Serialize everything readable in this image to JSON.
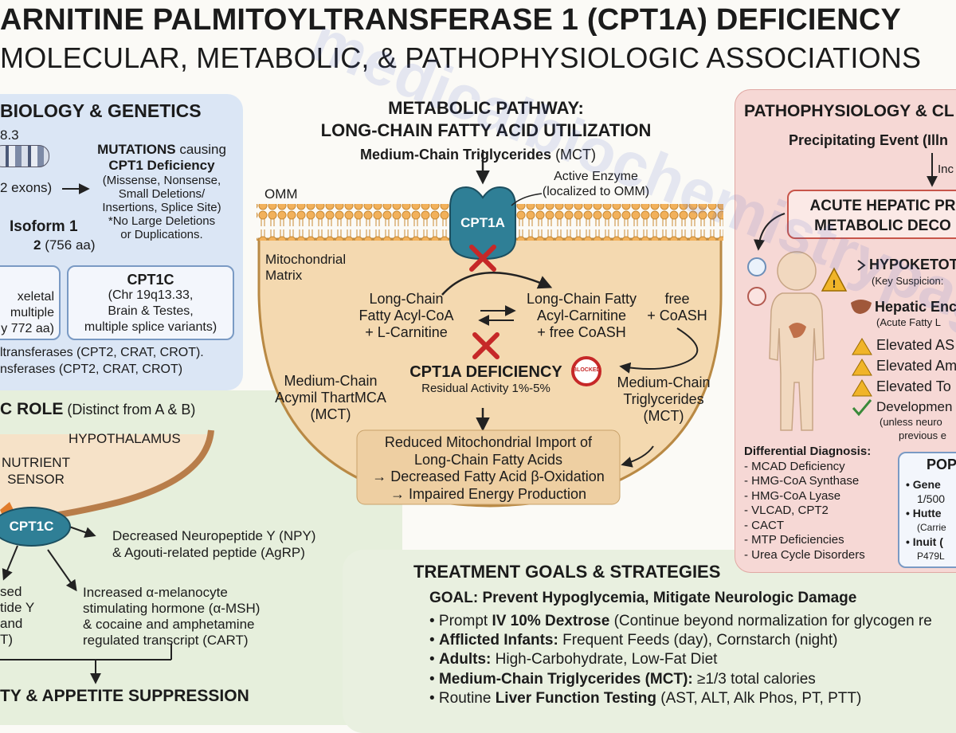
{
  "title": {
    "line1": "ARNITINE PALMITOYLTRANSFERASE 1 (CPT1A) DEFICIENCY",
    "line2": "MOLECULAR, METABOLIC, & PATHOPHYSIOLOGIC ASSOCIATIONS"
  },
  "left_top": {
    "heading": "BIOLOGY & GENETICS",
    "locus": "8.3",
    "exons": "2 exons)",
    "mut_title1": "MUTATIONS",
    "mut_title1b": " causing",
    "mut_title2": "CPT1 Deficiency",
    "mut_lines": [
      "(Missense, Nonsense,",
      "Small Deletions/",
      "Insertions, Splice Site)",
      "*No Large Deletions",
      "or Duplications."
    ],
    "isoform1": "Isoform 1",
    "isoform2a": "2",
    "isoform2b": " (756 aa)",
    "box1_lines": [
      "xeletal",
      "multiple",
      "y 772 aa)"
    ],
    "box2_title": "CPT1C",
    "box2_lines": [
      "(Chr 19q13.33,",
      "Brain & Testes,",
      "multiple splice variants)"
    ],
    "footer1": "ltransferases (CPT2, CRAT, CROT).",
    "footer2": "nsferases (CPT2, CRAT, CROT)"
  },
  "left_bottom": {
    "heading_b": "C ROLE",
    "heading_n": " (Distinct from A & B)",
    "hypothalamus": "HYPOTHALAMUS",
    "nutrient": "NUTRIENT",
    "sensor": "SENSOR",
    "cpt1c": "CPT1C",
    "npy1": "Decreased Neuropeptide Y (NPY)",
    "npy2": "& Agouti-related peptide (AgRP)",
    "left_lines": [
      "sed",
      "tide Y",
      "and",
      "T)"
    ],
    "msh_lines": [
      "Increased α-melanocyte",
      "stimulating hormone (α-MSH)",
      "& cocaine and amphetamine",
      "regulated transcript (CART)"
    ],
    "bottom": "TY & APPETITE SUPPRESSION"
  },
  "center": {
    "heading1": "METABOLIC PATHWAY:",
    "heading2": "LONG-CHAIN FATTY ACID UTILIZATION",
    "mct_b": "Medium-Chain Triglycerides",
    "mct_n": " (MCT)",
    "active1": "Active Enzyme",
    "active2": "(localized to OMM)",
    "omm": "OMM",
    "cpt1a": "CPT1A",
    "matrix1": "Mitochondrial",
    "matrix2": "Matrix",
    "lc_left": [
      "Long-Chain",
      "Fatty Acyl-CoA",
      "+ L-Carnitine"
    ],
    "lc_right": [
      "Long-Chain Fatty",
      "Acyl-Carnitine",
      "+ free CoASH"
    ],
    "free": [
      "free",
      "+ CoASH"
    ],
    "def_title": "CPT1A DEFICIENCY",
    "def_sub": "Residual Activity 1%-5%",
    "blocked": "BLOCKED",
    "mc_left": [
      "Medium-Chain",
      "Acymil ThartMCA",
      "(MCT)"
    ],
    "mc_right": [
      "Medium-Chain",
      "Triglycerides",
      "(MCT)"
    ],
    "result": [
      "Reduced Mitochondrial Import of",
      "Long-Chain Fatty Acids",
      "→ Decreased Fatty Acid β-Oxidation",
      "→ Impaired Energy Production"
    ]
  },
  "right": {
    "heading": "PATHOPHYSIOLOGY & CL",
    "precip": "Precipitating Event (Illn",
    "inc": "Inc",
    "acute1": "ACUTE HEPATIC PR",
    "acute2": "METABOLIC DECO",
    "hypoketo": "HYPOKETOT",
    "hypoketo_sub": "(Key Suspicion:",
    "hepatic": "Hepatic Enc",
    "hepatic_sub": "(Acute Fatty L",
    "elev": [
      "Elevated AS",
      "Elevated Am",
      "Elevated To"
    ],
    "dev": "Developmen",
    "dev_sub1": "(unless neuro",
    "dev_sub2": "previous e",
    "dd_title": "Differential Diagnosis:",
    "dd_items": [
      "- MCAD Deficiency",
      "- HMG-CoA Synthase",
      "- HMG-CoA Lyase",
      "- VLCAD, CPT2",
      "- CACT",
      "- MTP Deficiencies",
      "- Urea Cycle Disorders"
    ],
    "pop_title": "POP",
    "pop_lines": [
      {
        "t": "• Gene",
        "b": true
      },
      {
        "t": "1/500",
        "b": false
      },
      {
        "t": "• Hutte",
        "b": true
      },
      {
        "t": "(Carrie",
        "b": false
      },
      {
        "t": "• Inuit (",
        "b": true
      },
      {
        "t": "P479L",
        "b": false
      }
    ]
  },
  "treatment": {
    "heading": "TREATMENT GOALS & STRATEGIES",
    "goal": "GOAL: Prevent Hypoglycemia, Mitigate Neurologic Damage",
    "items": [
      {
        "pre": "• Prompt ",
        "b": "IV 10% Dextrose",
        "post": " (Continue beyond normalization for glycogen re"
      },
      {
        "pre": "• ",
        "b": "Afflicted Infants:",
        "post": " Frequent Feeds (day), Cornstarch (night)"
      },
      {
        "pre": "• ",
        "b": "Adults:",
        "post": " High-Carbohydrate, Low-Fat Diet"
      },
      {
        "pre": "• ",
        "b": "Medium-Chain Triglycerides (MCT):",
        "post": " ≥1/3 total calories"
      },
      {
        "pre": "• Routine ",
        "b": "Liver Function Testing",
        "post": " (AST, ALT, Alk Phos, PT, PTT)"
      }
    ]
  },
  "watermark": "medicalbiochemistrypage",
  "colors": {
    "blue_panel": "#dbe6f5",
    "green_panel": "#e6efdc",
    "pink_panel": "#f6d8d5",
    "mito": "#f4d9b0",
    "enzyme": "#2f7f96",
    "red_x": "#c62828"
  }
}
